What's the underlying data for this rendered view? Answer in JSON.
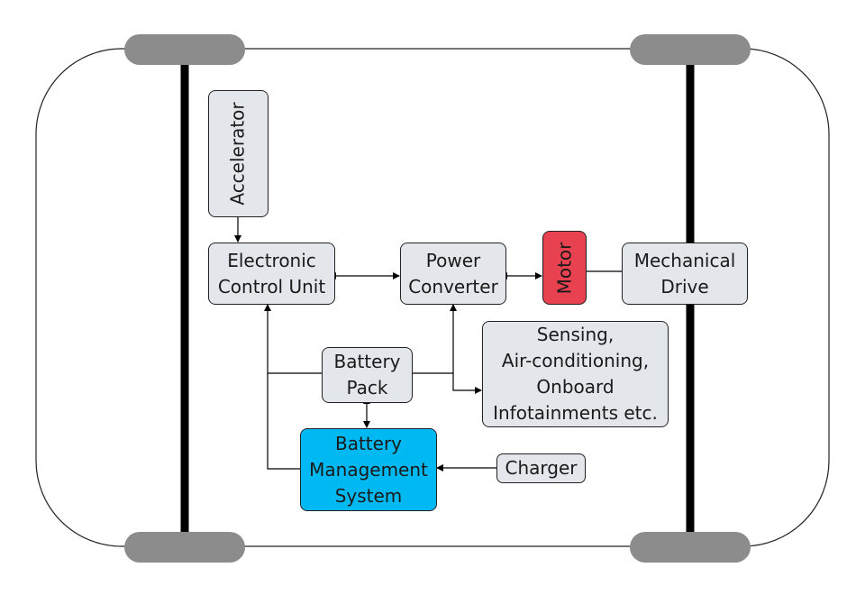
{
  "diagram": {
    "nodes": {
      "accelerator": "Accelerator",
      "ecu": "Electronic\nControl Unit",
      "power_converter": "Power\nConverter",
      "motor": "Motor",
      "mechanical_drive": "Mechanical\nDrive",
      "battery_pack": "Battery\nPack",
      "loads": "Sensing,\nAir-conditioning,\nOnboard\nInfotainments etc.",
      "bms": "Battery\nManagement\nSystem",
      "charger": "Charger"
    },
    "colors": {
      "box_fill": "#e3e7ec",
      "motor_fill": "#e8414f",
      "bms_fill": "#00b9f2",
      "wheel_fill": "#8c8c8c",
      "axle": "#000000",
      "line": "#000000"
    }
  }
}
